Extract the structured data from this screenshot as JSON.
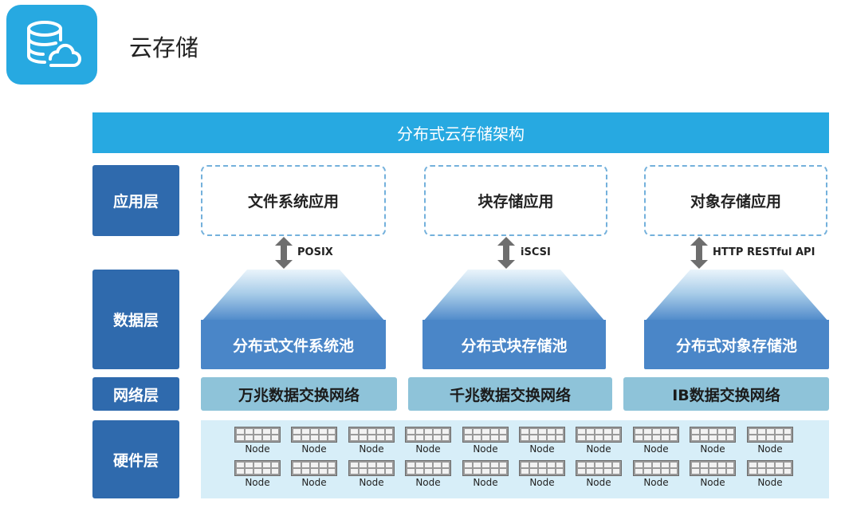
{
  "header": {
    "title": "云存储",
    "logo_icon": "database-cloud-icon",
    "accent": "#27a9e1"
  },
  "diagram": {
    "title": "分布式云存储架构",
    "layers": {
      "application": "应用层",
      "data": "数据层",
      "network": "网络层",
      "hardware": "硬件层"
    },
    "applications": [
      "文件系统应用",
      "块存储应用",
      "对象存储应用"
    ],
    "protocols": [
      "POSIX",
      "iSCSI",
      "HTTP RESTful API"
    ],
    "pools": [
      "分布式文件系统池",
      "分布式块存储池",
      "分布式对象存储池"
    ],
    "networks": [
      "万兆数据交换网络",
      "千兆数据交换网络",
      "IB数据交换网络"
    ],
    "node_label": "Node",
    "node_rows": 2,
    "nodes_per_row": 10,
    "colors": {
      "layer": "#2f6aad",
      "pool": "#4a86c8",
      "network": "#8ec3d9",
      "hardware_panel": "#d7eef8"
    }
  }
}
